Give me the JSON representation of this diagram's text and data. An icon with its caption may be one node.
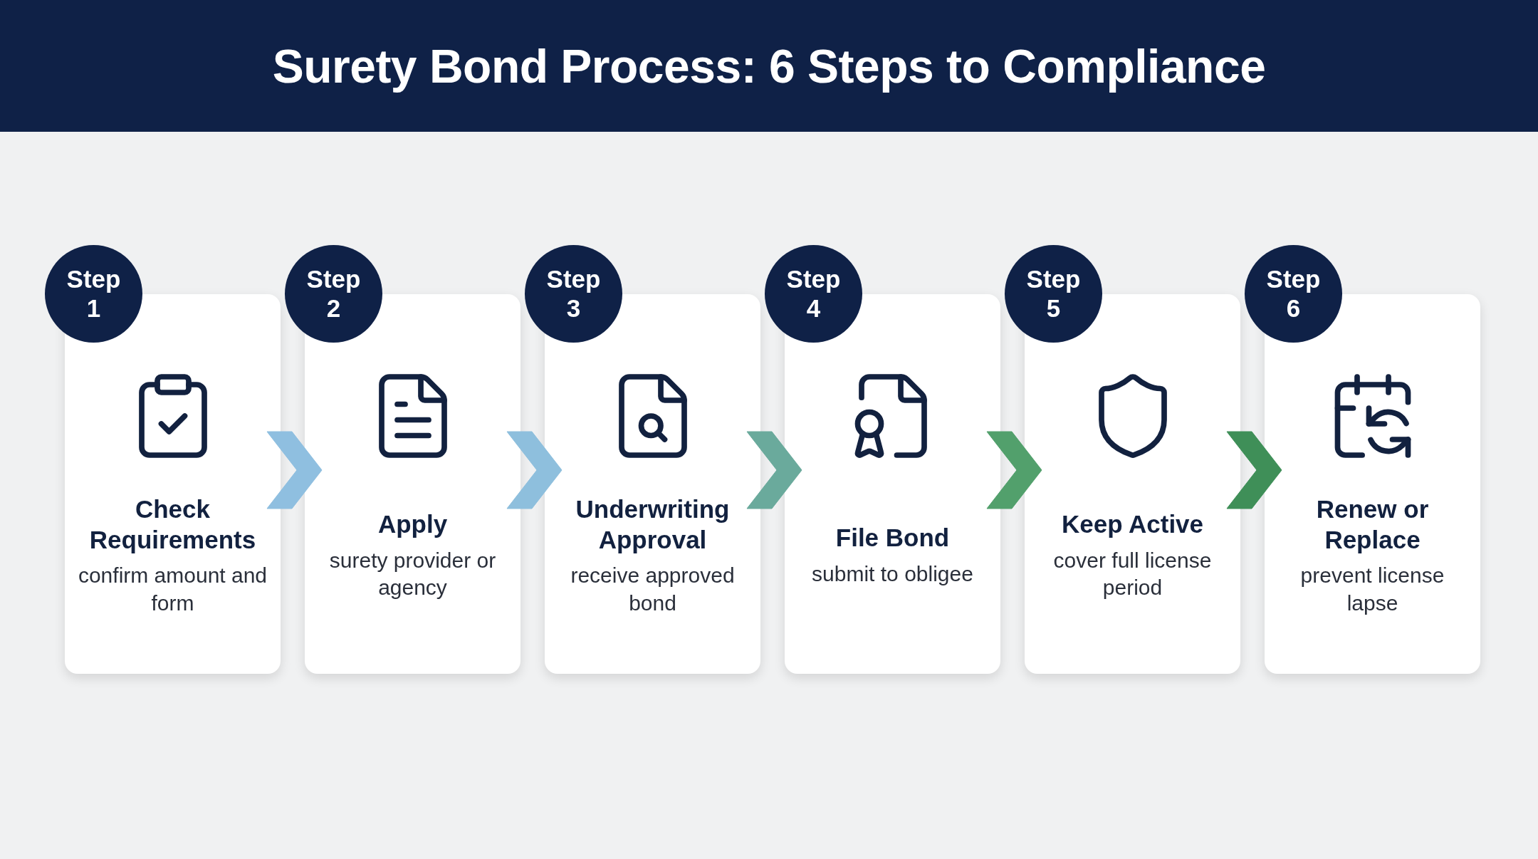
{
  "diagram": {
    "title": "Surety Bond Process: 6 Steps to Compliance",
    "nodes": [
      {
        "text": [
          "Step 1"
        ]
      },
      {
        "text": [
          "Check Requirements",
          "confirm amount and form"
        ]
      },
      {
        "text": [
          "Step 2"
        ]
      },
      {
        "text": [
          "Apply",
          "surety provider or agency"
        ]
      },
      {
        "text": [
          "Step 3"
        ]
      },
      {
        "text": [
          "Underwriting Approval",
          "receive approved bond"
        ]
      },
      {
        "text": [
          "Step 4"
        ]
      },
      {
        "text": [
          "File Bond",
          "submit to obligee"
        ]
      },
      {
        "text": [
          "Step 5"
        ]
      },
      {
        "text": [
          "Keep Active",
          "cover full license period"
        ]
      },
      {
        "text": [
          "Step 6"
        ]
      },
      {
        "text": [
          "Renew or Replace",
          "prevent license lapse"
        ]
      }
    ],
    "edges": [
      {
        "from": 1,
        "to": 3,
        "arrow": "to",
        "color": "#8fbfe0"
      },
      {
        "from": 3,
        "to": 5,
        "arrow": "to",
        "color": "#8ebfdd"
      },
      {
        "from": 5,
        "to": 7,
        "arrow": "to",
        "color": "#6aaa9c"
      },
      {
        "from": 7,
        "to": 9,
        "arrow": "to",
        "color": "#52a06c"
      },
      {
        "from": 9,
        "to": 11,
        "arrow": "to",
        "color": "#3f8f58"
      }
    ]
  }
}
